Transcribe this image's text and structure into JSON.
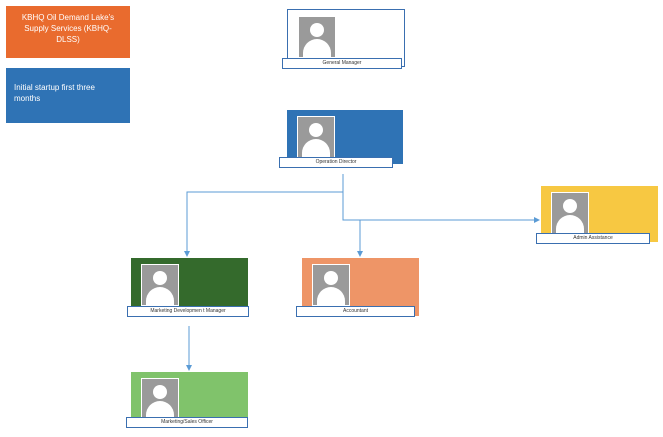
{
  "legend": {
    "company": "KBHQ Oil Demand Lake’s Supply Services (KBHQ-DLSS)",
    "phase": "Initial startup first three months",
    "colors": {
      "company": "#e96b2e",
      "phase": "#2f73b5"
    }
  },
  "nodes": {
    "general_manager": {
      "title": "General Manager",
      "icon": "person-silhouette-icon",
      "color": "#ffffff"
    },
    "operation_director": {
      "title": "Operation Director",
      "icon": "person-silhouette-icon",
      "color": "#2f73b5"
    },
    "admin_assistance": {
      "title": "Admin Assistance",
      "icon": "person-silhouette-icon",
      "color": "#f7c842"
    },
    "marketing_manager": {
      "title": "Marketing Developmen t Manager",
      "icon": "person-silhouette-icon",
      "color": "#346a2c"
    },
    "accountant": {
      "title": "Accountant",
      "icon": "person-silhouette-icon",
      "color": "#ee9567"
    },
    "marketing_sales": {
      "title": "Marketing/Sales Officer",
      "icon": "person-silhouette-icon",
      "color": "#80c36b"
    }
  }
}
